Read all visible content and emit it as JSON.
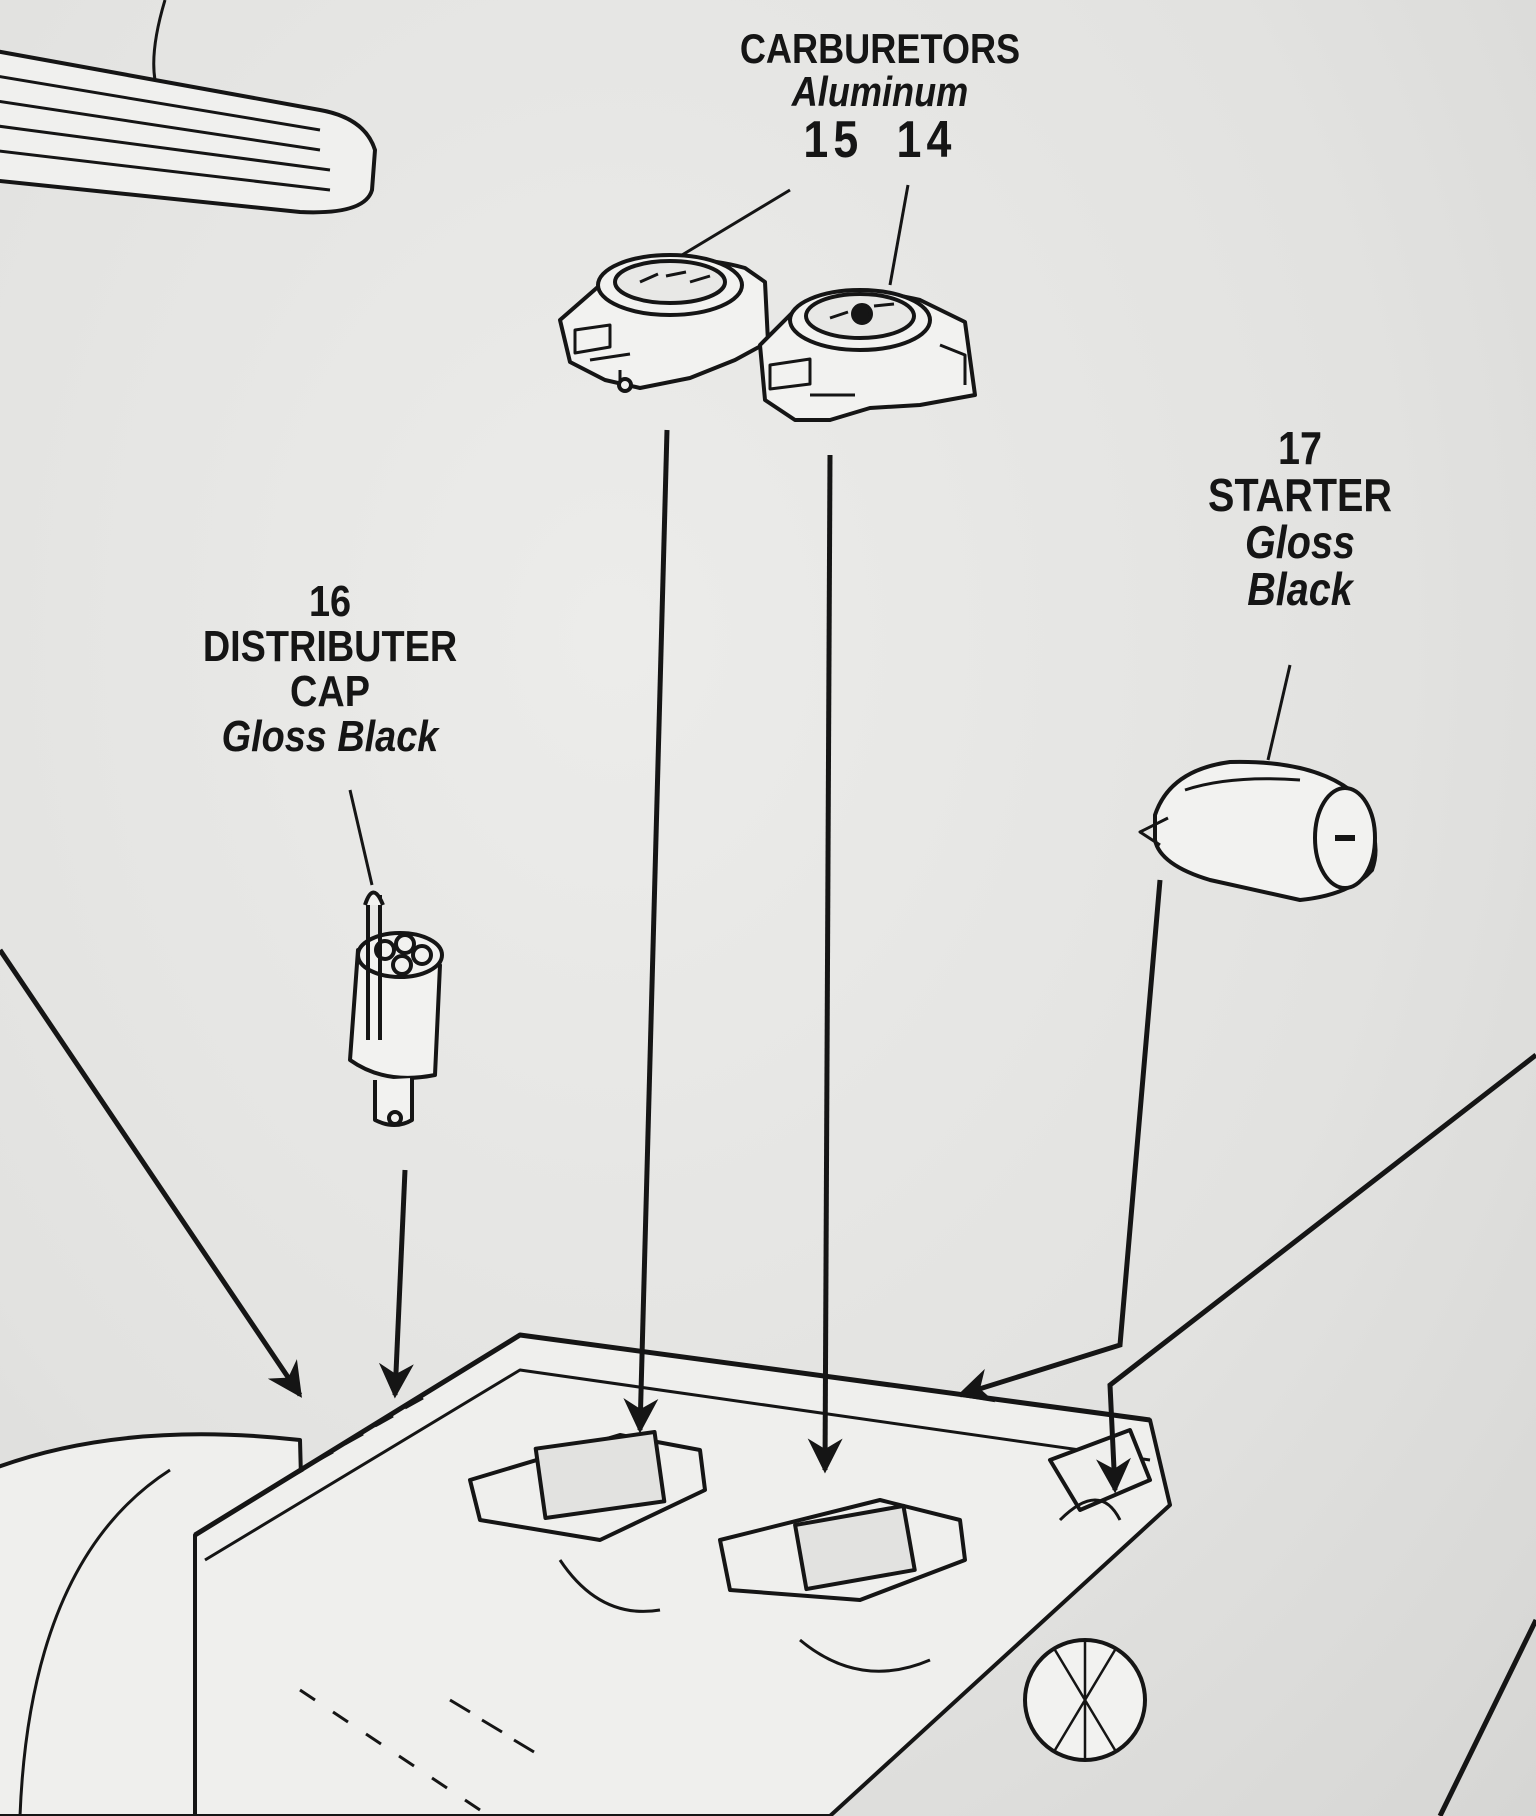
{
  "parts": [
    {
      "id": "carburetors",
      "title": "CARBURETORS",
      "color_label": "Aluminum",
      "numbers": [
        "15",
        "14"
      ]
    },
    {
      "id": "distributer-cap",
      "number": "16",
      "title_lines": [
        "DISTRIBUTER",
        "CAP"
      ],
      "color_label": "Gloss Black"
    },
    {
      "id": "starter",
      "number": "17",
      "title_lines": [
        "STARTER"
      ],
      "color_label_lines": [
        "Gloss",
        "Black"
      ]
    }
  ],
  "colors": {
    "ink": "#151515",
    "paper": "#e4e4e2"
  }
}
